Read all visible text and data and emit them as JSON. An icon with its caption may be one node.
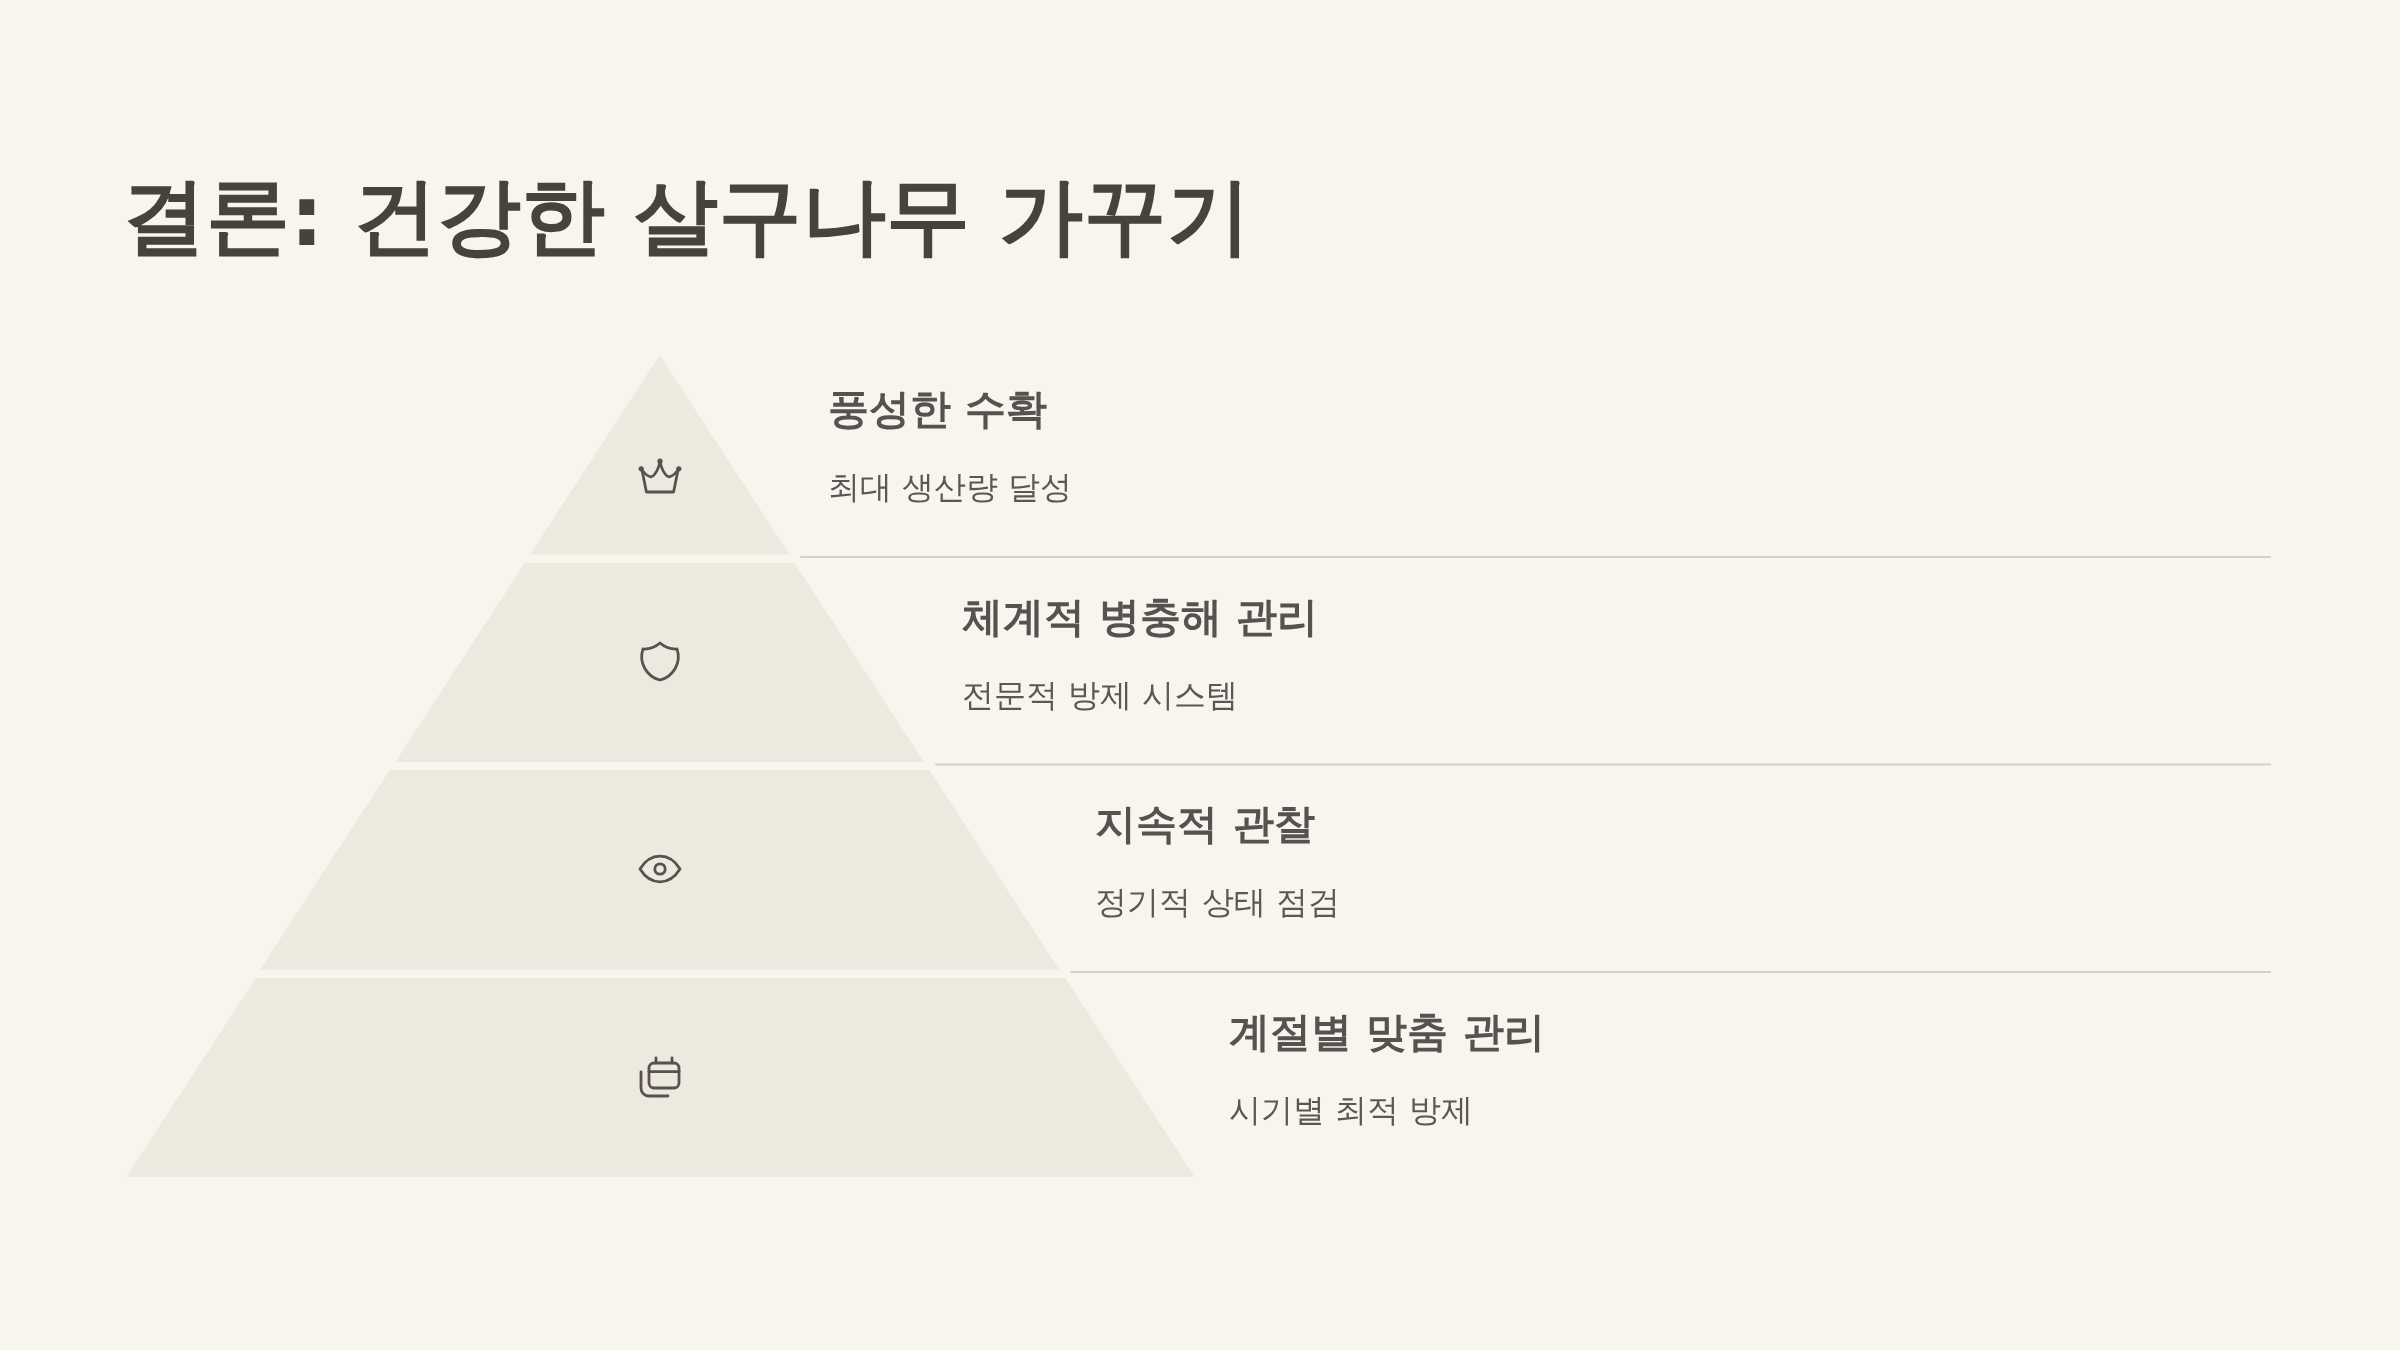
{
  "diagram": {
    "title": "결론: 건강한 살구나무 가꾸기",
    "nodes": [
      {
        "text": [
          "풍성한 수확",
          "최대 생산량 달성"
        ]
      },
      {
        "text": [
          "체계적 병충해 관리",
          "전문적 방제 시스템"
        ]
      },
      {
        "text": [
          "지속적 관찰",
          "정기적 상태 점검"
        ]
      },
      {
        "text": [
          "계절별 맞춤 관리",
          "시기별 최적 방제"
        ]
      }
    ]
  }
}
